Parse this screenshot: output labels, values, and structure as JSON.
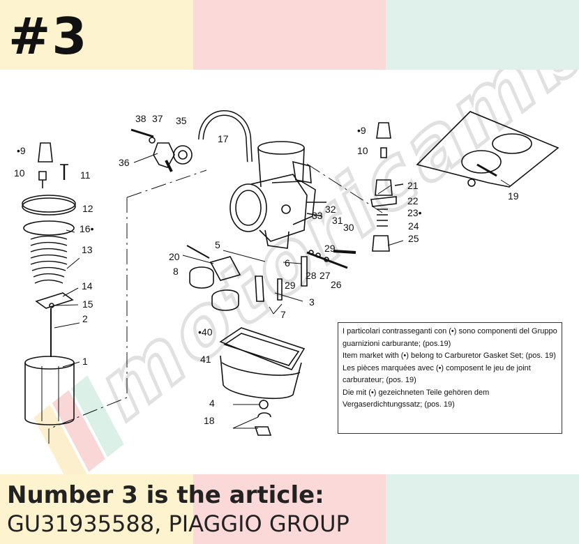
{
  "header": {
    "number_label": "#3"
  },
  "watermark": {
    "text": "motoricambi"
  },
  "colors": {
    "yellow": "#fdf3cf",
    "pink": "#fbd9d9",
    "mint": "#dff1ea"
  },
  "diagram": {
    "part_labels": [
      "•9",
      "10",
      "11",
      "12",
      "16•",
      "13",
      "14",
      "15",
      "2",
      "1",
      "38",
      "37",
      "35",
      "36",
      "17",
      "5",
      "20",
      "8",
      "6",
      "7",
      "3",
      "29",
      "28",
      "27",
      "26",
      "33",
      "32",
      "31",
      "30",
      "29",
      "4",
      "18",
      "•40",
      "41",
      "•9",
      "10",
      "21",
      "22",
      "23•",
      "24",
      "25",
      "19"
    ]
  },
  "note": {
    "lines": [
      "I particolari contrasseganti con (•) sono componenti del Gruppo",
      "guarnizioni carburante; (pos.19)",
      "Item market with (•) belong to Carburetor Gasket Set; (pos. 19)",
      "Les pièces marquées avec (•) composent le jeu de joint",
      "carburateur; (pos. 19)",
      "Die mit (•) gezeichneten Teile gehören dem",
      "Vergaserdichtungssatz; (pos. 19)"
    ]
  },
  "footer": {
    "line1": "Number 3 is the article:",
    "line2": "GU31935588, PIAGGIO GROUP"
  }
}
